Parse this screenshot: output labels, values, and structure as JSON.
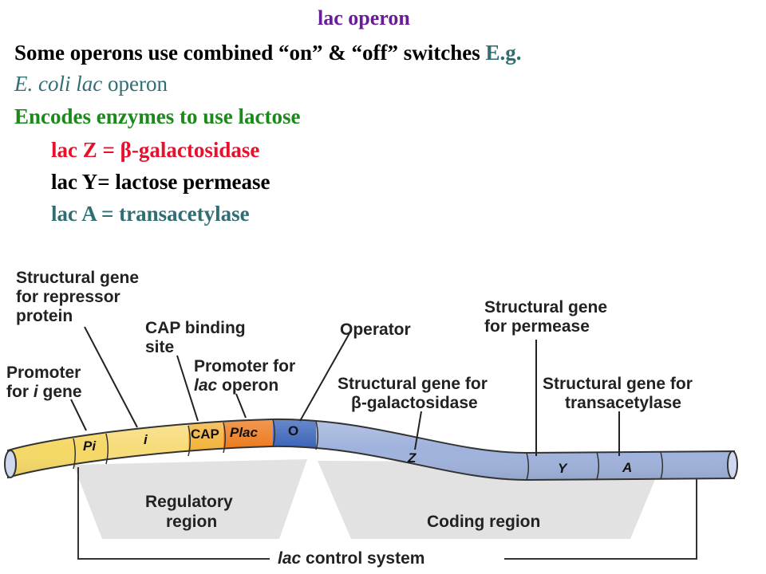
{
  "slide": {
    "title": "lac operon",
    "line1_main": "Some operons use combined “on” & “off” switches ",
    "line1_eg": "E.g.",
    "line2_italic": "E. coli lac",
    "line2_rest": " operon",
    "line3": "Encodes enzymes to use lactose",
    "line4": "lac Z = β-galactosidase",
    "line5": "lac Y= lactose permease",
    "line6": "lac A = transacetylase"
  },
  "diagram": {
    "labels": {
      "repressor_gene": [
        "Structural gene",
        "for repressor",
        "protein"
      ],
      "cap_site": [
        "CAP binding",
        "site"
      ],
      "promoter_i": [
        "Promoter",
        "for ",
        "i",
        " gene"
      ],
      "promoter_lac": [
        "Promoter for",
        "lac",
        " operon"
      ],
      "operator": "Operator",
      "permease_gene": [
        "Structural gene",
        "for permease"
      ],
      "galactosidase_gene": [
        "Structural gene for",
        "β-galactosidase"
      ],
      "transacetylase_gene": [
        "Structural gene for",
        "transacetylase"
      ],
      "regulatory_region": [
        "Regulatory",
        "region"
      ],
      "coding_region": "Coding region",
      "control_system_italic": "lac",
      "control_system_rest": " control system"
    },
    "segments": {
      "pi": "Pi",
      "i": "i",
      "cap": "CAP",
      "plac": "Plac",
      "o": "O",
      "z": "Z",
      "y": "Y",
      "a": "A"
    },
    "colors": {
      "pi": "#f5d865",
      "i": "#f7dc79",
      "cap": "#f3b43c",
      "plac": "#ec7a1e",
      "operator": "#3a64b8",
      "coding": "#9fb2dc",
      "coding_dark": "#7f92c6",
      "outline": "#333333"
    }
  }
}
